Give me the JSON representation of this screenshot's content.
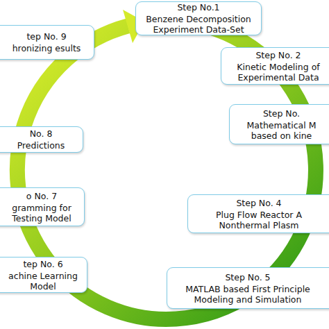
{
  "diagram": {
    "nodes": [
      {
        "text": [
          "Step No.1",
          "Benzene Decomposition Experiment Data-Set"
        ]
      },
      {
        "text": [
          "Step No. 2",
          "Kinetic Modeling of Experimental Data"
        ]
      },
      {
        "text": [
          "Step No.",
          "Mathematical M based on kine"
        ]
      },
      {
        "text": [
          "Step No. 4",
          "Plug Flow Reactor A Nonthermal Plasm"
        ]
      },
      {
        "text": [
          "Step No. 5",
          "MATLAB based First Principle Modeling and Simulation"
        ]
      },
      {
        "text": [
          "tep No. 6",
          "achine Learning Model"
        ]
      },
      {
        "text": [
          "o No. 7",
          "gramming for Testing Model"
        ]
      },
      {
        "text": [
          "No. 8",
          "Predictions"
        ]
      },
      {
        "text": [
          "tep No. 9",
          "hronizing esults"
        ]
      }
    ]
  }
}
